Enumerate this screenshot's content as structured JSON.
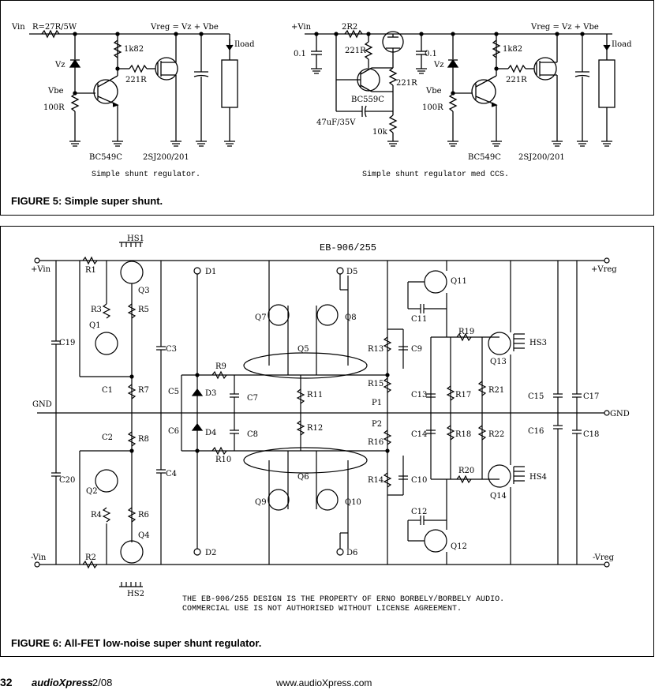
{
  "figure5": {
    "caption": "FIGURE 5: Simple super shunt.",
    "left": {
      "title": "Simple shunt regulator.",
      "labels": {
        "vin": "Vin",
        "r": "R=27R/5W",
        "vreg": "Vreg = Vz + Vbe",
        "iload": "Iload",
        "vz": "Vz",
        "vbe": "Vbe",
        "r100": "100R",
        "r1k": "1k82",
        "r221": "221R",
        "q1": "BC549C",
        "q2": "2SJ200/201"
      }
    },
    "right": {
      "title": "Simple shunt regulator med CCS.",
      "labels": {
        "vin": "+Vin",
        "c01a": "0.1",
        "r2": "2R2",
        "r221a": "221R",
        "c01b": "0.1",
        "r221b": "221R",
        "bc559": "BC559C",
        "cap47": "47uF/35V",
        "r10k": "10k",
        "vreg": "Vreg = Vz + Vbe",
        "iload": "Iload",
        "vz": "Vz",
        "vbe": "Vbe",
        "r100": "100R",
        "r1k": "1k82",
        "r221": "221R",
        "q1": "BC549C",
        "q2": "2SJ200/201"
      }
    }
  },
  "figure6": {
    "caption": "FIGURE 6: All-FET low-noise super shunt regulator.",
    "title": "EB-906/255",
    "notice": [
      "THE EB-906/255 DESIGN IS THE PROPERTY OF ERNO BORBELY/BORBELY AUDIO.",
      "COMMERCIAL USE IS NOT AUTHORISED WITHOUT LICENSE AGREEMENT."
    ],
    "labels": {
      "vin_pos": "+Vin",
      "vin_neg": "-Vin",
      "gnd_l": "GND",
      "gnd_r": "GND",
      "vreg_pos": "+Vreg",
      "vreg_neg": "-Vreg",
      "r1": "R1",
      "r2": "R2",
      "r3": "R3",
      "r4": "R4",
      "r5": "R5",
      "r6": "R6",
      "r7": "R7",
      "r8": "R8",
      "r9": "R9",
      "r10": "R10",
      "r11": "R11",
      "r12": "R12",
      "r13": "R13",
      "r14": "R14",
      "r15": "R15",
      "r16": "R16",
      "r17": "R17",
      "r18": "R18",
      "r19": "R19",
      "r20": "R20",
      "r21": "R21",
      "r22": "R22",
      "p1": "P1",
      "p2": "P2",
      "c1": "C1",
      "c2": "C2",
      "c3": "C3",
      "c4": "C4",
      "c5": "C5",
      "c6": "C6",
      "c7": "C7",
      "c8": "C8",
      "c9": "C9",
      "c10": "C10",
      "c11": "C11",
      "c12": "C12",
      "c13": "C13",
      "c14": "C14",
      "c15": "C15",
      "c16": "C16",
      "c17": "C17",
      "c18": "C18",
      "c19": "C19",
      "c20": "C20",
      "d1": "D1",
      "d2": "D2",
      "d3": "D3",
      "d4": "D4",
      "d5": "D5",
      "d6": "D6",
      "q1": "Q1",
      "q2": "Q2",
      "q3": "Q3",
      "q4": "Q4",
      "q5": "Q5",
      "q6": "Q6",
      "q7": "Q7",
      "q8": "Q8",
      "q9": "Q9",
      "q10": "Q10",
      "q11": "Q11",
      "q12": "Q12",
      "q13": "Q13",
      "q14": "Q14",
      "hs1": "HS1",
      "hs2": "HS2",
      "hs3": "HS3",
      "hs4": "HS4"
    }
  },
  "footer": {
    "page": "32",
    "magazine": "audioXpress",
    "issue": "2/08",
    "url": "www.audioXpress.com"
  }
}
